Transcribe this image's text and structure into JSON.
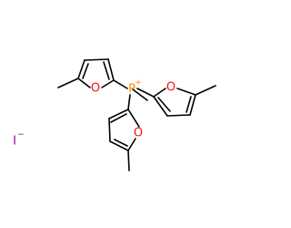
{
  "molecule": {
    "phosphorus": {
      "symbol": "P",
      "charge": "+",
      "color": "#ff8c00"
    },
    "oxygen": {
      "symbol": "O",
      "color": "#ff0d0d"
    },
    "iodide": {
      "symbol": "I",
      "charge": "−",
      "color": "#940094"
    },
    "bond_color": "#000000"
  }
}
